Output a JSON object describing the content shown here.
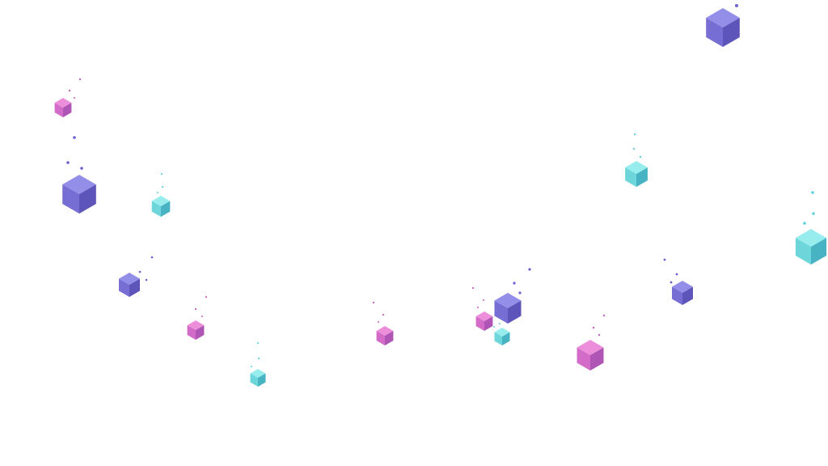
{
  "background": "#ffffff",
  "palette": {
    "purple": [
      "#8a84e6",
      "#6b62d0",
      "#5046b4"
    ],
    "pink": [
      "#ec84d8",
      "#cf5fc4",
      "#a846b0"
    ],
    "cyan": [
      "#8eecec",
      "#5fd2d8",
      "#38adbd"
    ]
  },
  "shapes": [
    {
      "kind": "purple",
      "icon": "hexagon-cube-icon"
    },
    {
      "kind": "pink",
      "icon": "hexagon-cube-icon"
    },
    {
      "kind": "purple",
      "icon": "hexagon-cube-icon"
    },
    {
      "kind": "cyan",
      "icon": "hexagon-cube-icon"
    },
    {
      "kind": "cyan",
      "icon": "hexagon-cube-icon"
    },
    {
      "kind": "cyan",
      "icon": "hexagon-cube-icon"
    },
    {
      "kind": "purple",
      "icon": "hexagon-cube-icon"
    },
    {
      "kind": "pink",
      "icon": "hexagon-cube-icon"
    },
    {
      "kind": "cyan",
      "icon": "hexagon-cube-icon"
    },
    {
      "kind": "pink",
      "icon": "hexagon-cube-icon"
    },
    {
      "kind": "pink",
      "icon": "hexagon-cube-icon"
    },
    {
      "kind": "purple",
      "icon": "hexagon-cube-icon"
    },
    {
      "kind": "cyan",
      "icon": "hexagon-cube-icon"
    },
    {
      "kind": "pink",
      "icon": "hexagon-cube-icon"
    },
    {
      "kind": "purple",
      "icon": "hexagon-cube-icon"
    }
  ]
}
